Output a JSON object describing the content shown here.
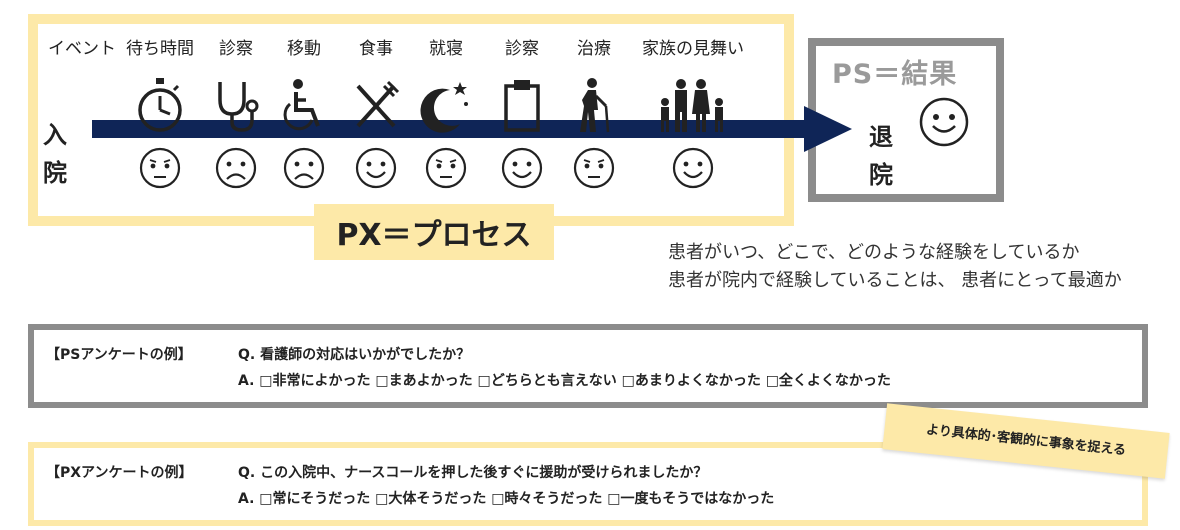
{
  "process": {
    "events_label": "イベント",
    "events": [
      {
        "label": "待ち時間",
        "icon": "stopwatch-icon",
        "face": "worried"
      },
      {
        "label": "診察",
        "icon": "stethoscope-icon",
        "face": "sad"
      },
      {
        "label": "移動",
        "icon": "wheelchair-icon",
        "face": "sad"
      },
      {
        "label": "食事",
        "icon": "fork-knife-icon",
        "face": "happy"
      },
      {
        "label": "就寝",
        "icon": "moon-stars-icon",
        "face": "worried"
      },
      {
        "label": "診察",
        "icon": "clipboard-icon",
        "face": "happy"
      },
      {
        "label": "治療",
        "icon": "walking-cane-icon",
        "face": "worried"
      },
      {
        "label": "家族の見舞い",
        "icon": "family-icon",
        "face": "happy"
      }
    ],
    "admission": "入院",
    "discharge": "退院",
    "px_label": "PX＝プロセス",
    "ps_label": "PS＝結果"
  },
  "questions": [
    "患者がいつ、どこで、どのような経験をしているか",
    "患者が院内で経験していることは、 患者にとって最適か"
  ],
  "ps_survey": {
    "tag": "【PSアンケートの例】",
    "question": "Q.  看護師の対応はいかがでしたか？",
    "answer": "A.  □非常によかった  □まあよかった  □どちらとも言えない  □あまりよくなかった  □全くよくなかった"
  },
  "px_survey": {
    "tag": "【PXアンケートの例】",
    "question": "Q.  この入院中、ナースコールを押した後すぐに援助が受けられましたか？",
    "answer": "A.  □常にそうだった  □大体そうだった  □時々そうだった  □一度もそうではなかった"
  },
  "note": "より具体的･客観的に事象を捉える",
  "colors": {
    "arrow": "#0f2557",
    "px_frame": "#fde9a8",
    "ps_frame": "#8c8c8c"
  }
}
